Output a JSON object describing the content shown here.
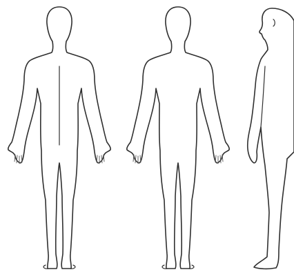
{
  "figures": [
    {
      "view": "back",
      "icon": "body-outline-back-icon"
    },
    {
      "view": "front",
      "icon": "body-outline-front-icon"
    },
    {
      "view": "side",
      "icon": "body-outline-side-icon"
    }
  ],
  "colors": {
    "background": "#ffffff",
    "outline": "#2f2f2f"
  }
}
